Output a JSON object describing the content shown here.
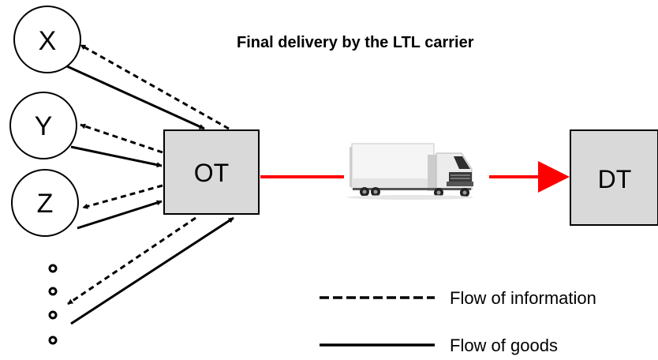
{
  "title": "Final delivery by the LTL carrier",
  "nodes": {
    "x": "X",
    "y": "Y",
    "z": "Z",
    "origin_terminal": "OT",
    "destination_terminal": "DT"
  },
  "legend": {
    "information": "Flow of information",
    "goods": "Flow of goods"
  },
  "colors": {
    "terminal_fill": "#d9d9d9",
    "delivery_arrow": "#ff0000",
    "stroke": "#000000"
  },
  "icons": {
    "vehicle": "truck-icon"
  }
}
